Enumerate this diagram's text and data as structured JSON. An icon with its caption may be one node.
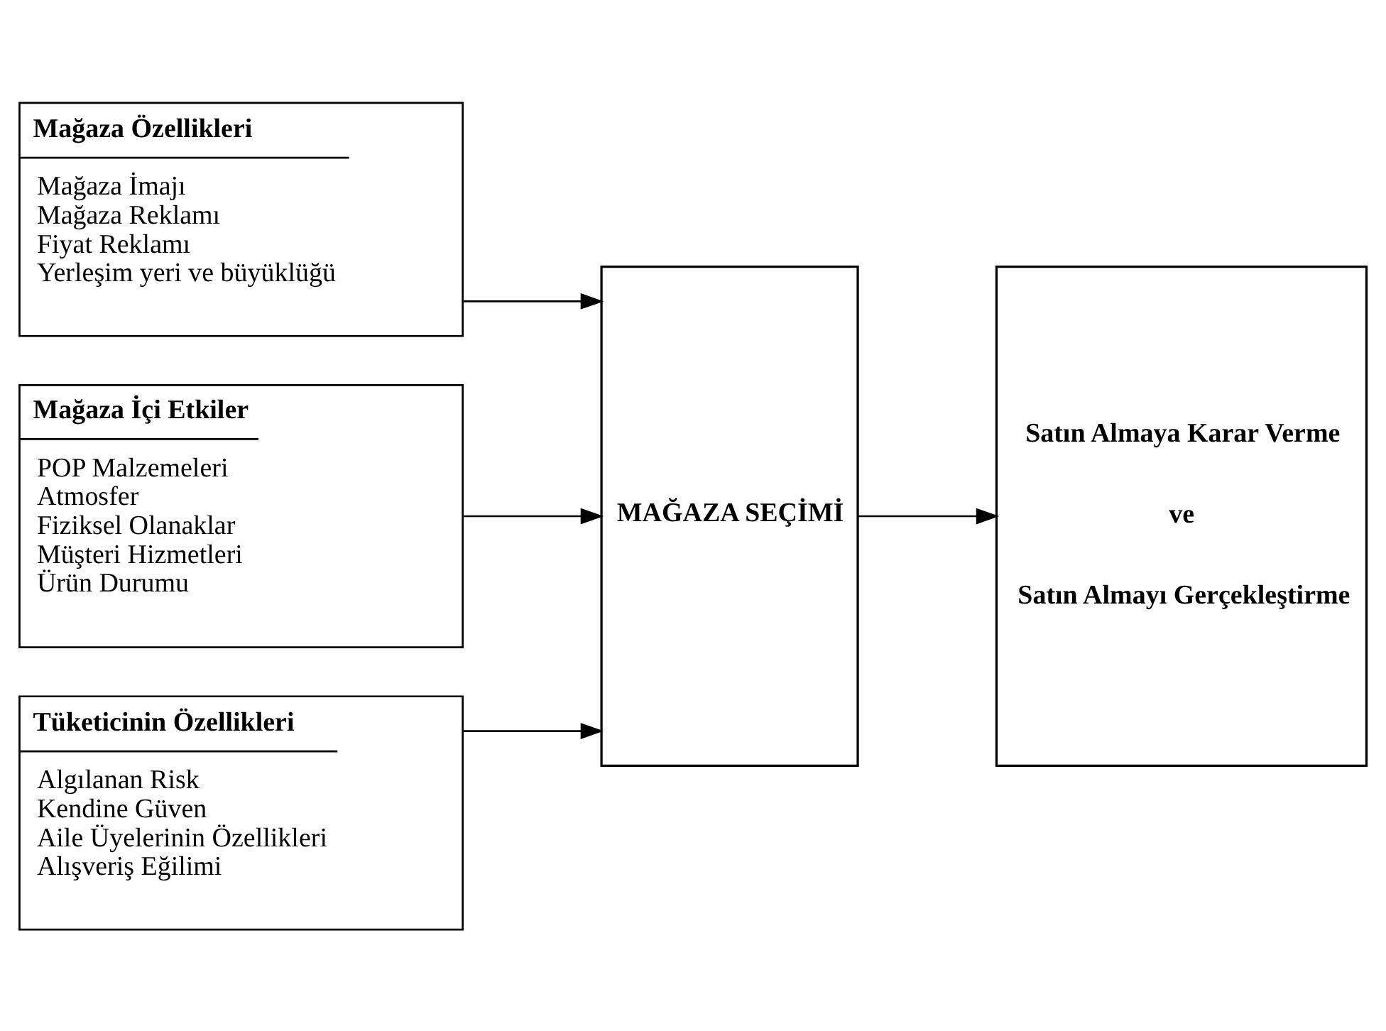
{
  "diagram": {
    "nodes": [
      {
        "text": [
          "Mağaza Özellikleri",
          "Mağaza İmajı",
          "Mağaza Reklamı",
          "Fiyat Reklamı",
          "Yerleşim yeri ve büyüklüğü"
        ]
      },
      {
        "text": [
          "Mağaza İçi Etkiler",
          "POP Malzemeleri",
          "Atmosfer",
          "Fiziksel Olanaklar",
          "Müşteri Hizmetleri",
          "Ürün Durumu"
        ]
      },
      {
        "text": [
          "Tüketicinin Özellikleri",
          "Algılanan Risk",
          "Kendine Güven",
          "Aile Üyelerinin Özellikleri",
          "Alışveriş Eğilimi"
        ]
      },
      {
        "text": [
          "MAĞAZA SEÇİMİ"
        ]
      },
      {
        "text": [
          "Satın Almaya Karar Verme",
          "ve",
          "Satın Almayı Gerçekleştirme"
        ]
      }
    ],
    "edges": [
      {
        "from": 0,
        "to": 3,
        "arrow": "to"
      },
      {
        "from": 1,
        "to": 3,
        "arrow": "to"
      },
      {
        "from": 2,
        "to": 3,
        "arrow": "to"
      },
      {
        "from": 3,
        "to": 4,
        "arrow": "to"
      }
    ]
  }
}
